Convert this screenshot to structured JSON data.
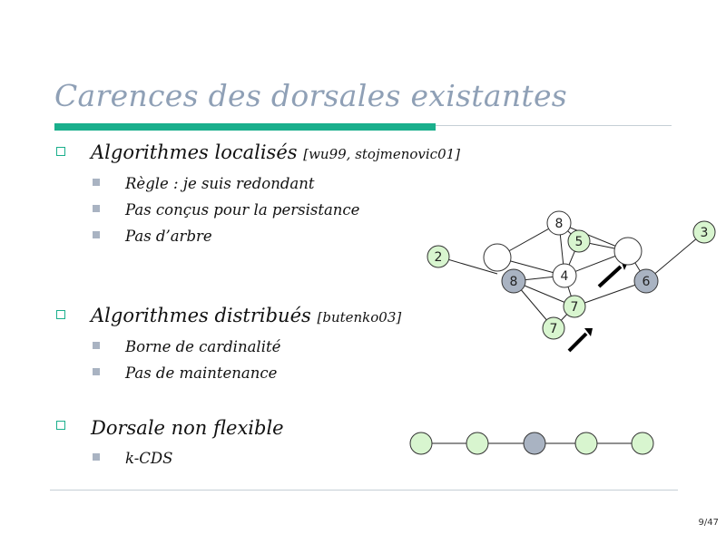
{
  "title": "Carences des dorsales existantes",
  "sections": [
    {
      "label": "Algorithmes localisés",
      "cite": "[wu99, stojmenovic01]",
      "items": [
        "Règle : je suis redondant",
        "Pas conçus pour la persistance",
        "Pas d’arbre"
      ]
    },
    {
      "label": "Algorithmes distribués",
      "cite": "[butenko03]",
      "items": [
        "Borne de cardinalité",
        "Pas de maintenance"
      ]
    },
    {
      "label": "Dorsale non flexible",
      "cite": "",
      "items": [
        "k-CDS"
      ]
    }
  ],
  "page_number": "9/47",
  "colors": {
    "title": "#8fa0b6",
    "accent": "#1aaf8c",
    "node_light": "#d8f5cf",
    "node_dark": "#a9b3c2",
    "node_white": "#ffffff"
  },
  "graph": {
    "node_labels": [
      "8",
      "5",
      "3",
      "2",
      "8",
      "4",
      "6",
      "7",
      "7"
    ]
  }
}
